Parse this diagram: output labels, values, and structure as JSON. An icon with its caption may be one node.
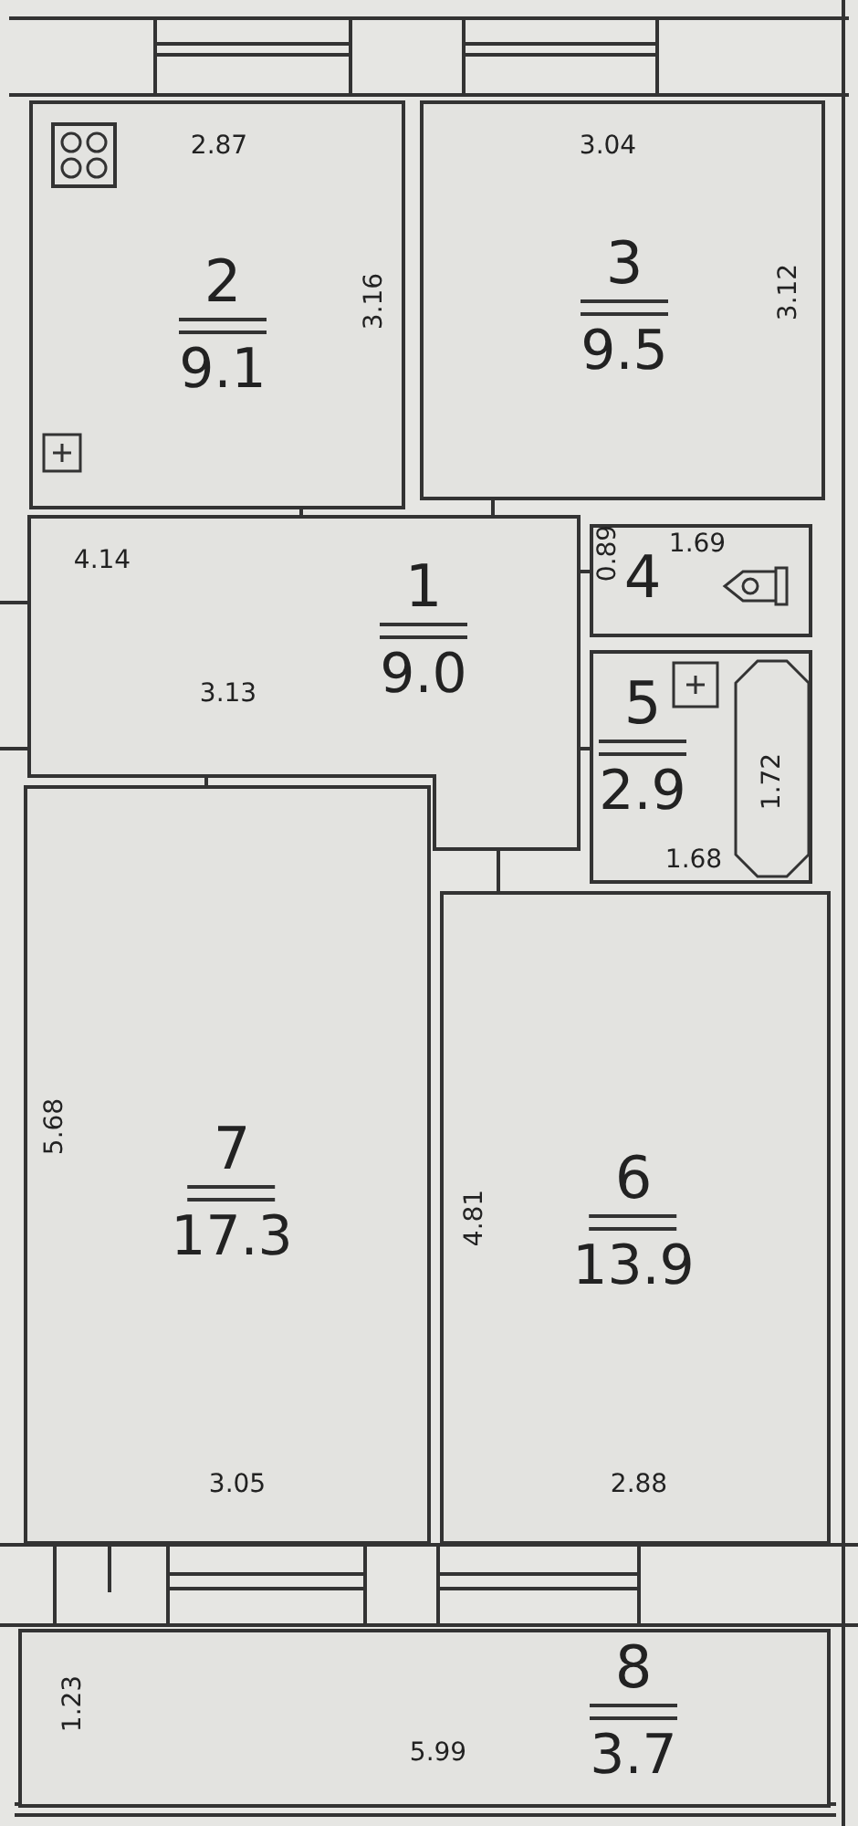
{
  "diagram": {
    "nodes": [
      {
        "text": [
          "2",
          "9.1"
        ]
      },
      {
        "text": [
          "3",
          "9.5"
        ]
      },
      {
        "text": [
          "1",
          "9.0"
        ]
      },
      {
        "text": [
          "4"
        ]
      },
      {
        "text": [
          "5",
          "2.9"
        ]
      },
      {
        "text": [
          "7",
          "17.3"
        ]
      },
      {
        "text": [
          "6",
          "13.9"
        ]
      },
      {
        "text": [
          "8",
          "3.7"
        ]
      }
    ],
    "labels": [
      "2.87",
      "3.04",
      "3.16",
      "3.12",
      "4.14",
      "1.69",
      "0.89",
      "3.13",
      "1.72",
      "1.68",
      "5.68",
      "4.81",
      "3.05",
      "2.88",
      "1.23",
      "5.99"
    ]
  }
}
